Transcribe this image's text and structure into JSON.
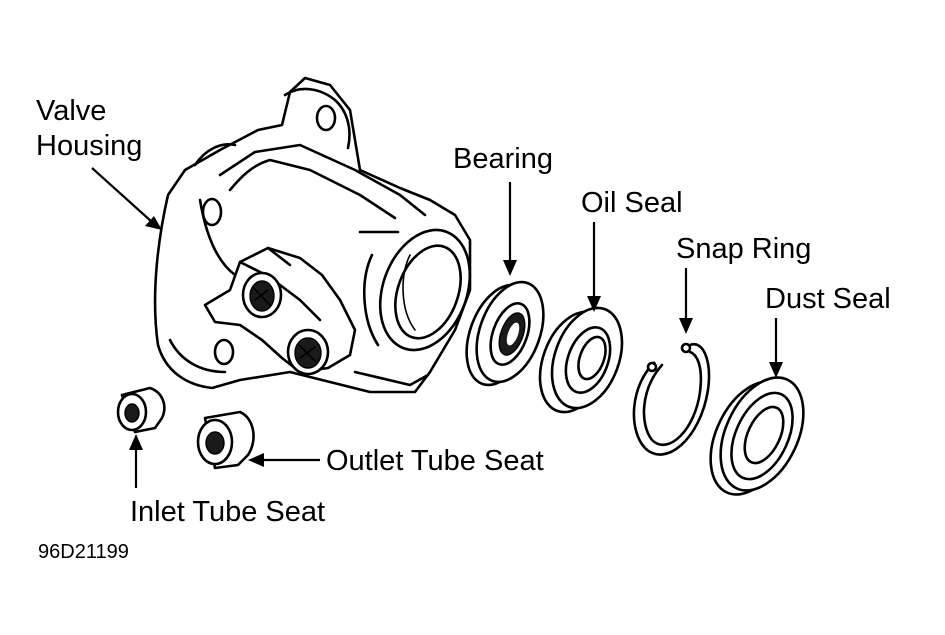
{
  "labels": {
    "valve_housing_line1": "Valve",
    "valve_housing_line2": "Housing",
    "bearing": "Bearing",
    "oil_seal": "Oil Seal",
    "snap_ring": "Snap Ring",
    "dust_seal": "Dust Seal",
    "outlet_tube_seat": "Outlet Tube Seat",
    "inlet_tube_seat": "Inlet Tube Seat"
  },
  "figure_id": "96D21199"
}
